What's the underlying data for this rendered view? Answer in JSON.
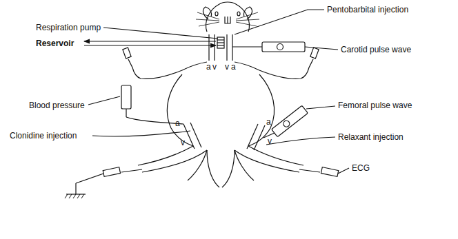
{
  "diagram": {
    "labels": [
      "Pentobarbital injection",
      "Respiration pump",
      "Reservoir",
      "Carotid pulse wave",
      "Blood pressure",
      "Femoral pulse wave",
      "Clonidine injection",
      "Relaxant injection",
      "ECG",
      "a",
      "v",
      "v",
      "a",
      "a",
      "v",
      "a",
      "v"
    ]
  }
}
